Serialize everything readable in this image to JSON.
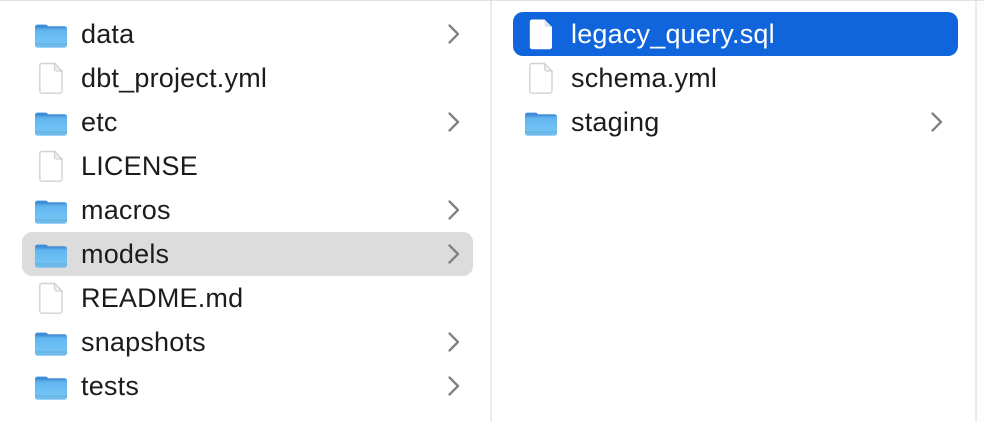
{
  "colors": {
    "selection_blue": "#1165DC",
    "selection_gray": "#DCDCDC",
    "divider": "#EBEBEB",
    "text": "#1C1C1E",
    "selected_text": "#FFFFFF",
    "chevron": "#818181",
    "folder_blue_top": "#4696E2",
    "folder_blue_body": "#6FBFF3",
    "background": "#FFFFFF"
  },
  "columns": {
    "left": {
      "items": [
        {
          "label": "data",
          "icon": "folder-icon",
          "chevron": true,
          "selected": "none"
        },
        {
          "label": "dbt_project.yml",
          "icon": "file-icon",
          "chevron": false,
          "selected": "none"
        },
        {
          "label": "etc",
          "icon": "folder-icon",
          "chevron": true,
          "selected": "none"
        },
        {
          "label": "LICENSE",
          "icon": "file-icon",
          "chevron": false,
          "selected": "none"
        },
        {
          "label": "macros",
          "icon": "folder-icon",
          "chevron": true,
          "selected": "none"
        },
        {
          "label": "models",
          "icon": "folder-icon",
          "chevron": true,
          "selected": "secondary-gray"
        },
        {
          "label": "README.md",
          "icon": "file-icon",
          "chevron": false,
          "selected": "none"
        },
        {
          "label": "snapshots",
          "icon": "folder-icon",
          "chevron": true,
          "selected": "none"
        },
        {
          "label": "tests",
          "icon": "folder-icon",
          "chevron": true,
          "selected": "none"
        }
      ]
    },
    "right": {
      "items": [
        {
          "label": "legacy_query.sql",
          "icon": "file-icon",
          "chevron": false,
          "selected": "primary-blue"
        },
        {
          "label": "schema.yml",
          "icon": "file-icon",
          "chevron": false,
          "selected": "none"
        },
        {
          "label": "staging",
          "icon": "folder-icon",
          "chevron": true,
          "selected": "none"
        }
      ]
    }
  }
}
